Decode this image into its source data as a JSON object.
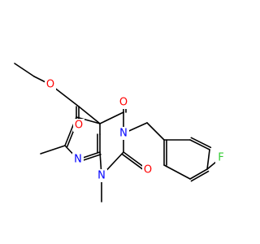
{
  "molecule": {
    "atoms": [
      {
        "id": "o_ester_single",
        "label": "O",
        "color": "#ff0000"
      },
      {
        "id": "o_ester_double",
        "label": "O",
        "color": "#ff0000"
      },
      {
        "id": "o_c4",
        "label": "O",
        "color": "#ff0000"
      },
      {
        "id": "o_c2",
        "label": "O",
        "color": "#ff0000"
      },
      {
        "id": "n3",
        "label": "N",
        "color": "#0000ff"
      },
      {
        "id": "n1",
        "label": "N",
        "color": "#0000ff"
      },
      {
        "id": "n8",
        "label": "N",
        "color": "#0000ff"
      },
      {
        "id": "f",
        "label": "F",
        "color": "#33cc33"
      }
    ]
  }
}
